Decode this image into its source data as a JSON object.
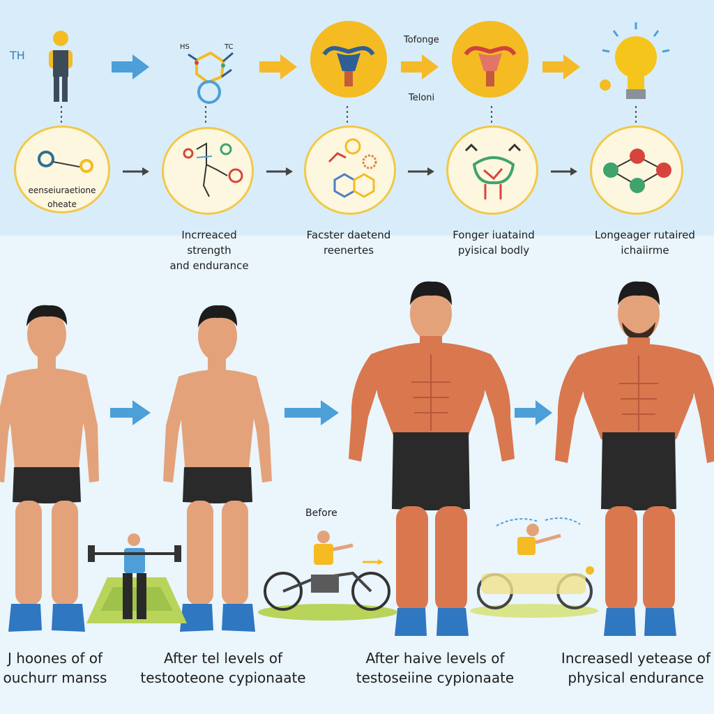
{
  "top_row": {
    "th_label": "TH",
    "molecule_labels": {
      "left": "HS",
      "right": "TC"
    },
    "tofonge": "Tofonge",
    "teloni": "Teloni"
  },
  "circle_row": {
    "first_circle_text_1": "eenseiuraetione",
    "first_circle_text_2": "oheate"
  },
  "mid_labels": {
    "label_1_line1": "Incrreaced",
    "label_1_line2": "strength",
    "label_1_line3": "and endurance",
    "label_2_line1": "Facster daetend",
    "label_2_line2": "reenertes",
    "label_3_line1": "Fonger iuataind",
    "label_3_line2": "pyisical bodly",
    "label_4_line1": "Longeager rutaired",
    "label_4_line2": "ichaiirme"
  },
  "scene": {
    "before_label": "Before"
  },
  "captions": {
    "c1_line1": "J hoones of of",
    "c1_line2": "ouchurr manss",
    "c2_line1": "After tel levels of",
    "c2_line2": "testooteone cypionaate",
    "c3_line1": "After haive levels of",
    "c3_line2": "testoseiine cypionaate",
    "c4_line1": "Increasedl yetease of",
    "c4_line2": "physical endurance"
  },
  "colors": {
    "arrow_blue": "#4d9fd8",
    "arrow_yellow": "#f6b927",
    "skin": "#e4a27a",
    "muscle": "#d9774f",
    "shorts": "#2a2a2a",
    "shoe": "#2f77c0",
    "circle_border": "#f2c84a"
  }
}
